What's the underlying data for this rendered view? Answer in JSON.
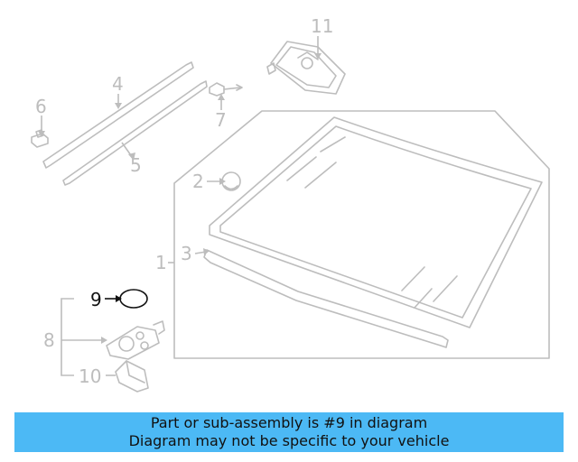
{
  "callouts": {
    "c1": "1",
    "c2": "2",
    "c3": "3",
    "c4": "4",
    "c5": "5",
    "c6": "6",
    "c7": "7",
    "c8": "8",
    "c9": "9",
    "c10": "10",
    "c11": "11"
  },
  "highlighted_part": "9",
  "colors": {
    "banner": "#4cb9f5",
    "line_art": "#bdbdbd",
    "highlight": "#111111"
  },
  "banner": {
    "line1": "Part or sub-assembly is #9 in diagram",
    "line2": "Diagram may not be specific to your vehicle"
  }
}
